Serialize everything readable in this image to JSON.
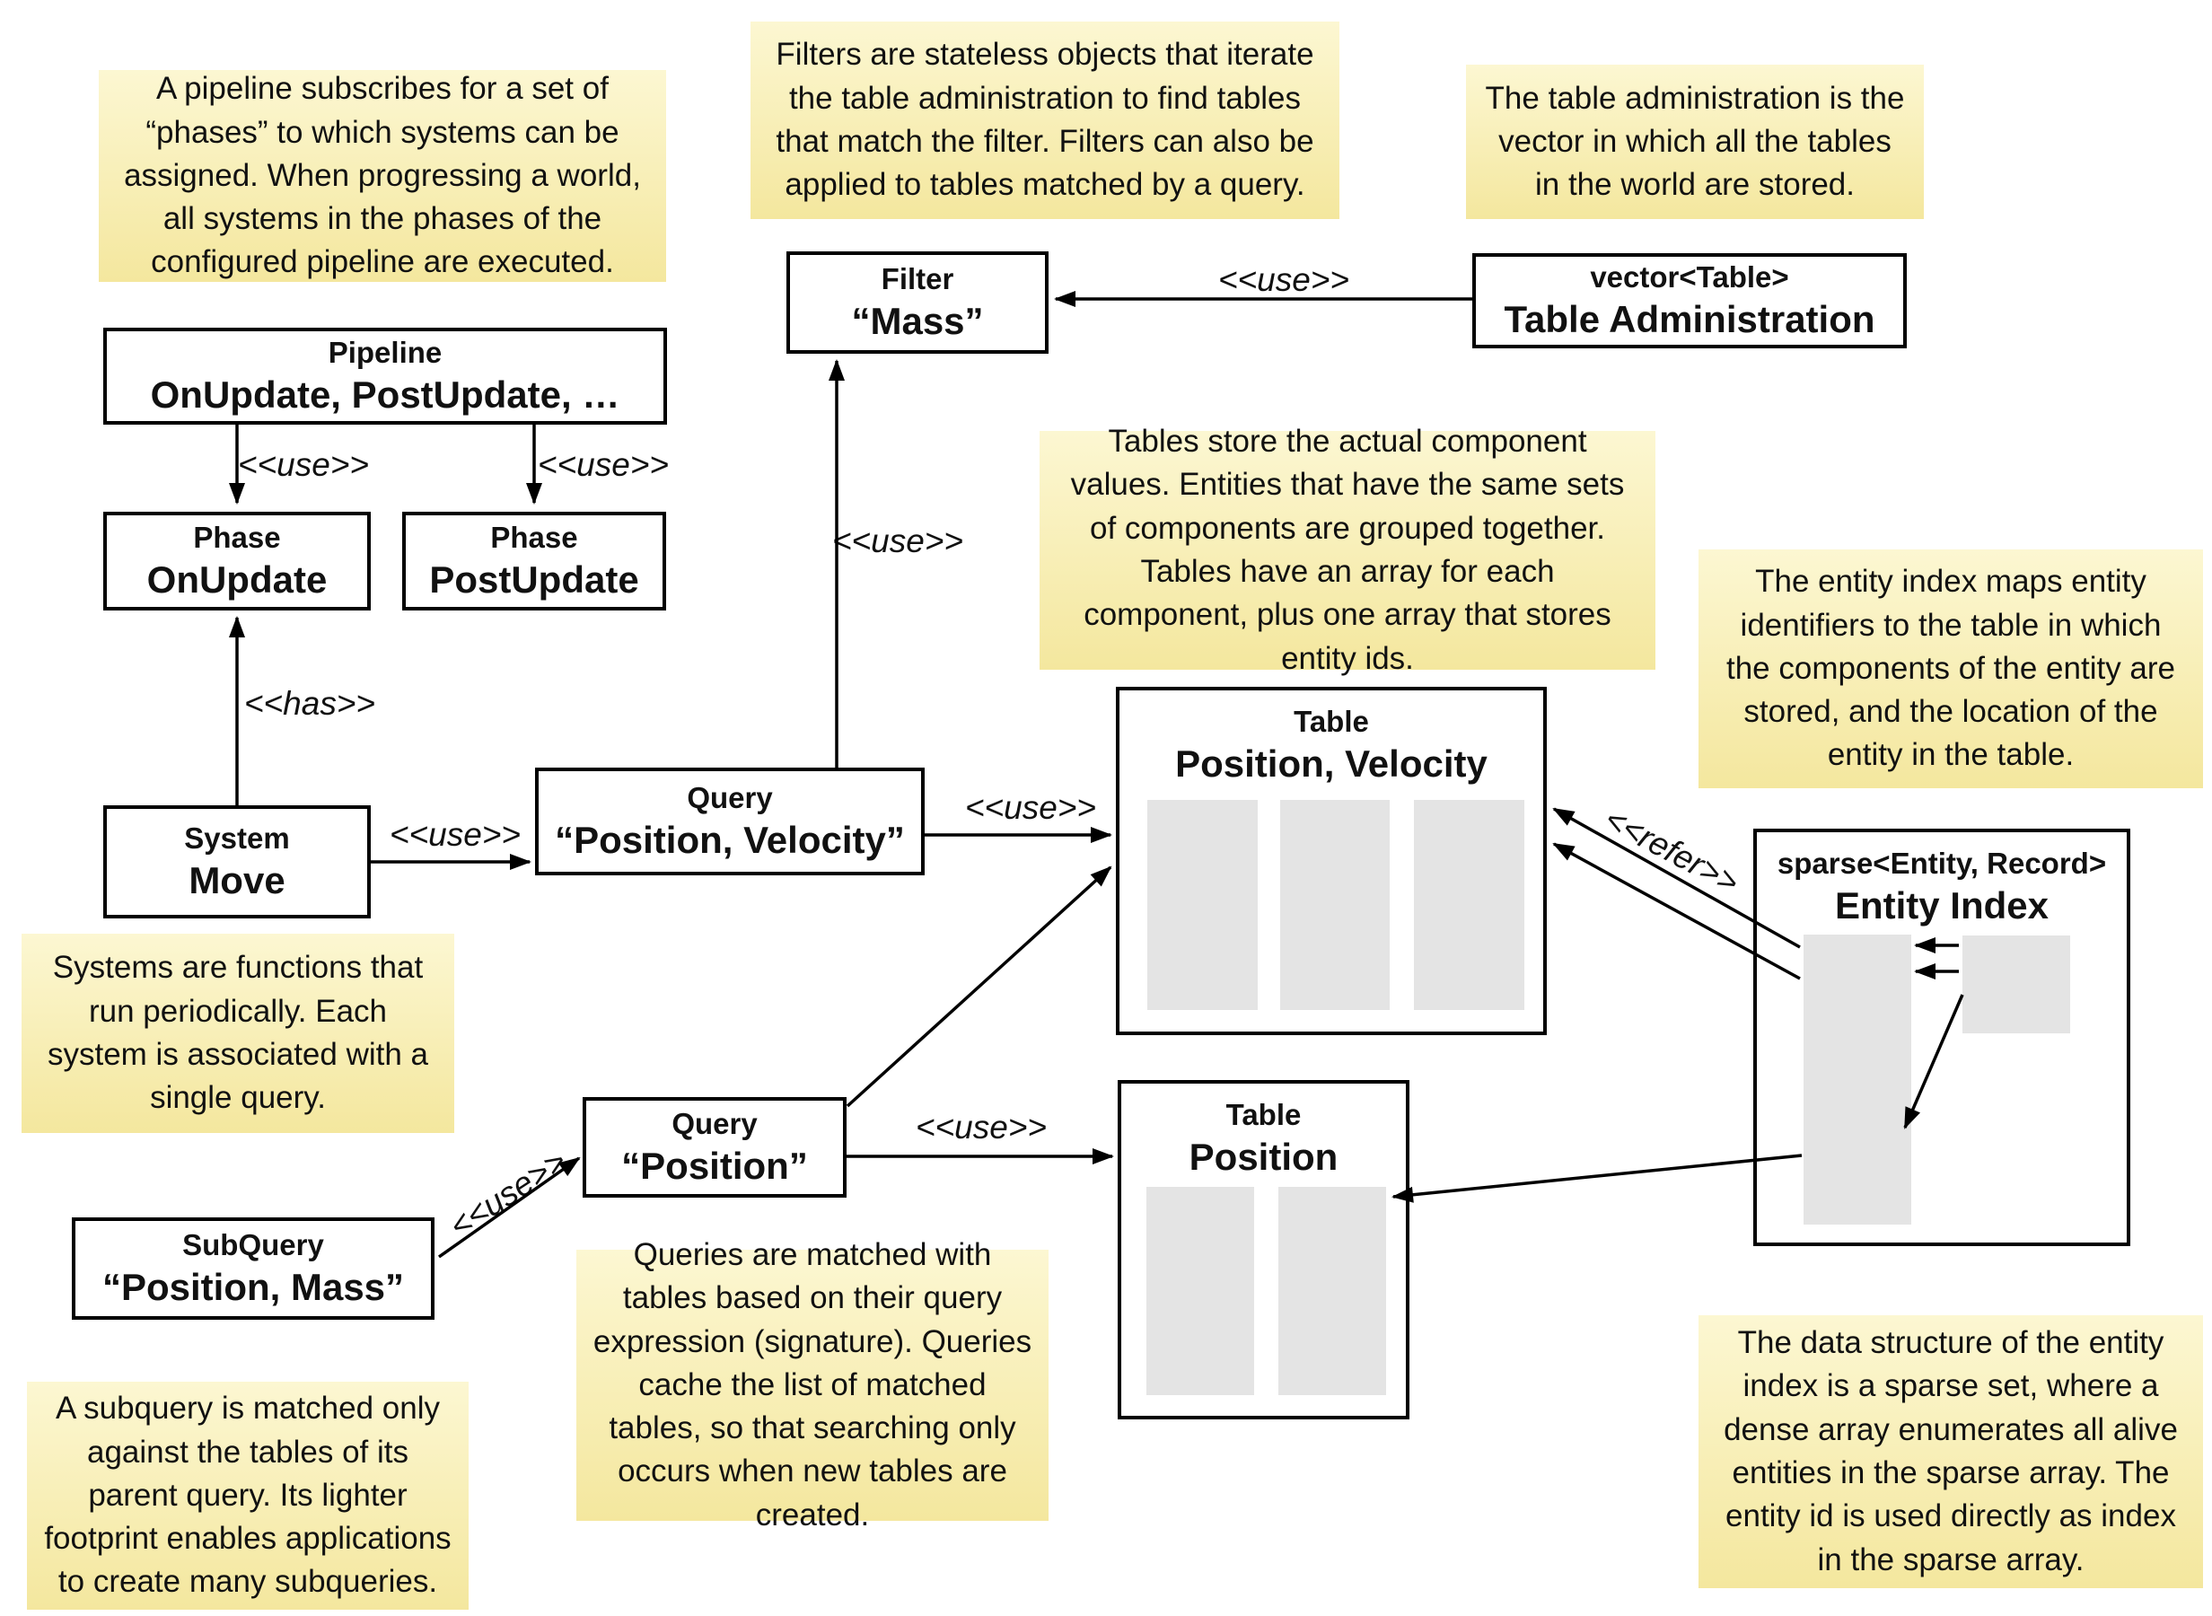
{
  "colors": {
    "background": "#FFFFFF",
    "note_top": "#FCF7D2",
    "note_bottom": "#F4E79E",
    "box_border": "#000000",
    "array_fill": "#E4E4E4"
  },
  "diagram": {
    "notes": [
      {
        "id": "pipeline-note",
        "text": "A pipeline subscribes for a set of “phases” to which systems can be assigned. When progressing a world, all systems in the phases of the configured pipeline are executed."
      },
      {
        "id": "filters-note",
        "text": "Filters are stateless objects that iterate the table administration to find tables that match the filter. Filters can also be applied to tables matched by a query."
      },
      {
        "id": "table-administration-note",
        "text": "The table administration is the vector in which all the tables in the world are stored."
      },
      {
        "id": "tables-note",
        "text": "Tables store the actual component values. Entities that have the same sets of components are grouped together. Tables have an array for each component, plus one array that stores entity ids."
      },
      {
        "id": "entity-index-note",
        "text": "The entity index maps entity identifiers to the table in which the components of the entity are stored, and the location of the entity in the table."
      },
      {
        "id": "systems-note",
        "text": "Systems are functions that run periodically. Each system is associated with a single query."
      },
      {
        "id": "queries-note",
        "text": "Queries are matched with tables based on their query expression (signature). Queries cache the list of matched tables, so that searching only occurs when new tables are created."
      },
      {
        "id": "subquery-note",
        "text": "A subquery is matched only against the tables of its parent query. Its lighter footprint enables applications to create many subqueries."
      },
      {
        "id": "sparse-set-note",
        "text": "The data structure of the entity index is a sparse set, where a dense array enumerates all alive entities in the sparse array. The entity id is used directly as index in the sparse array."
      }
    ],
    "boxes": [
      {
        "id": "pipeline",
        "stereotype": "Pipeline",
        "name": "OnUpdate, PostUpdate, …"
      },
      {
        "id": "phase-onupdate",
        "stereotype": "Phase",
        "name": "OnUpdate"
      },
      {
        "id": "phase-postupdate",
        "stereotype": "Phase",
        "name": "PostUpdate"
      },
      {
        "id": "system-move",
        "stereotype": "System",
        "name": "Move"
      },
      {
        "id": "query-position-velocity",
        "stereotype": "Query",
        "name": "“Position, Velocity”"
      },
      {
        "id": "filter-mass",
        "stereotype": "Filter",
        "name": "“Mass”"
      },
      {
        "id": "table-administration",
        "stereotype": "vector<Table>",
        "name": "Table Administration"
      },
      {
        "id": "table-position-velocity",
        "stereotype": "Table",
        "name": "Position, Velocity"
      },
      {
        "id": "table-position",
        "stereotype": "Table",
        "name": "Position"
      },
      {
        "id": "entity-index",
        "stereotype": "sparse<Entity, Record>",
        "name": "Entity Index"
      },
      {
        "id": "subquery-position-mass",
        "stereotype": "SubQuery",
        "name": "“Position, Mass”"
      },
      {
        "id": "query-position",
        "stereotype": "Query",
        "name": "“Position”"
      }
    ],
    "edge_labels": [
      {
        "id": "use-pipeline-onupdate",
        "text": "<<use>>"
      },
      {
        "id": "use-pipeline-postupdate",
        "text": "<<use>>"
      },
      {
        "id": "has-system-phase",
        "text": "<<has>>"
      },
      {
        "id": "use-system-query",
        "text": "<<use>>"
      },
      {
        "id": "use-query-filter",
        "text": "<<use>>"
      },
      {
        "id": "use-tableadmin-filter",
        "text": "<<use>>"
      },
      {
        "id": "use-query-tablepv",
        "text": "<<use>>"
      },
      {
        "id": "use-querypos-tablepos",
        "text": "<<use>>"
      },
      {
        "id": "refer-entityindex-table",
        "text": "<<refer>>"
      },
      {
        "id": "use-subquery-querypos",
        "text": "<<use>>"
      }
    ]
  }
}
